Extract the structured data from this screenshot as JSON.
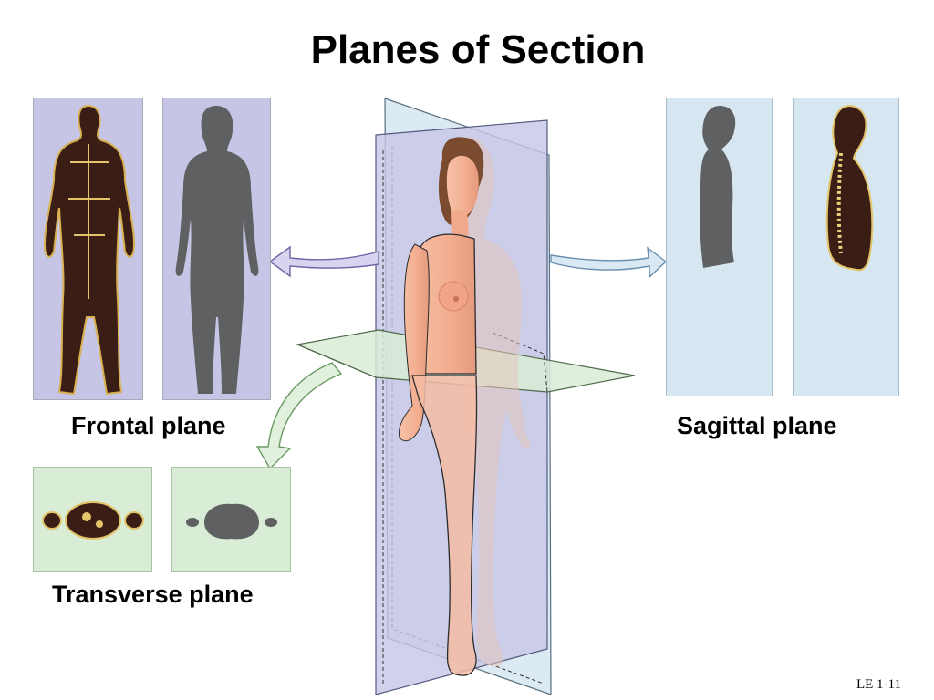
{
  "title": "Planes of Section",
  "labels": {
    "frontal": "Frontal plane",
    "sagittal": "Sagittal plane",
    "transverse": "Transverse plane"
  },
  "slide_number": "LE 1-11",
  "colors": {
    "frontal_plane": "#c7c5e6",
    "sagittal_plane": "#d6e7f1",
    "transverse_plane": "#d9ecd6",
    "silhouette": "#5f6062",
    "skin": "#f3b49a",
    "hair": "#7a4b2e"
  }
}
